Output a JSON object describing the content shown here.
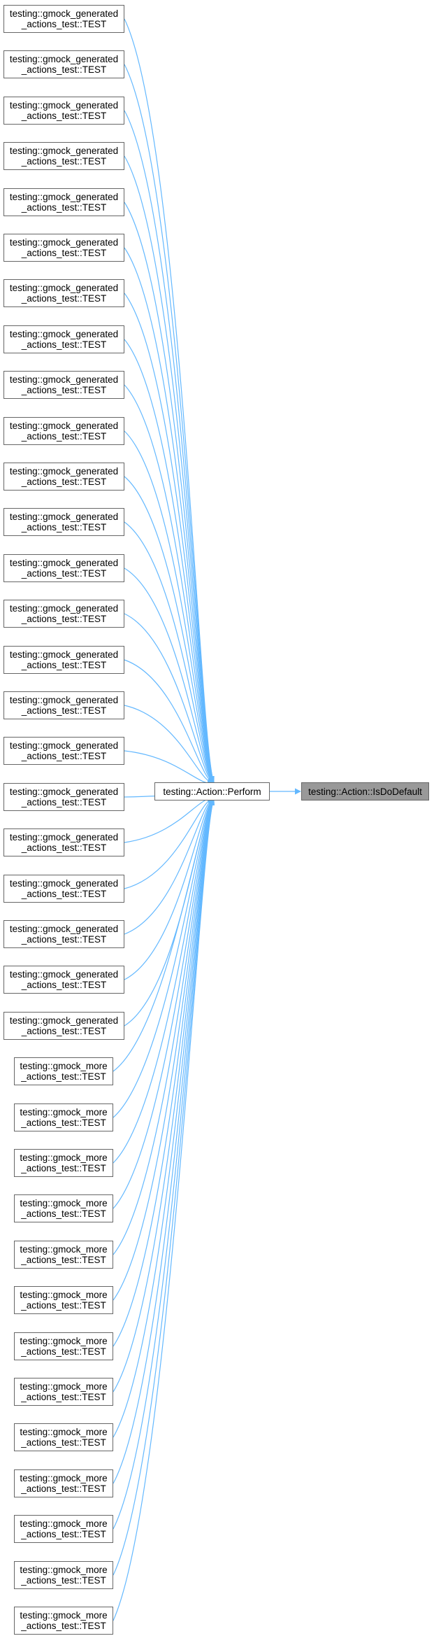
{
  "graph": {
    "edge_color": "#63b8ff",
    "target": {
      "label": "testing::Action::IsDoDefault",
      "fill": "#999999"
    },
    "center": {
      "label": "testing::Action::Perform"
    },
    "callers": [
      {
        "line1": "testing::gmock_generated",
        "line2": "_actions_test::TEST"
      },
      {
        "line1": "testing::gmock_generated",
        "line2": "_actions_test::TEST"
      },
      {
        "line1": "testing::gmock_generated",
        "line2": "_actions_test::TEST"
      },
      {
        "line1": "testing::gmock_generated",
        "line2": "_actions_test::TEST"
      },
      {
        "line1": "testing::gmock_generated",
        "line2": "_actions_test::TEST"
      },
      {
        "line1": "testing::gmock_generated",
        "line2": "_actions_test::TEST"
      },
      {
        "line1": "testing::gmock_generated",
        "line2": "_actions_test::TEST"
      },
      {
        "line1": "testing::gmock_generated",
        "line2": "_actions_test::TEST"
      },
      {
        "line1": "testing::gmock_generated",
        "line2": "_actions_test::TEST"
      },
      {
        "line1": "testing::gmock_generated",
        "line2": "_actions_test::TEST"
      },
      {
        "line1": "testing::gmock_generated",
        "line2": "_actions_test::TEST"
      },
      {
        "line1": "testing::gmock_generated",
        "line2": "_actions_test::TEST"
      },
      {
        "line1": "testing::gmock_generated",
        "line2": "_actions_test::TEST"
      },
      {
        "line1": "testing::gmock_generated",
        "line2": "_actions_test::TEST"
      },
      {
        "line1": "testing::gmock_generated",
        "line2": "_actions_test::TEST"
      },
      {
        "line1": "testing::gmock_generated",
        "line2": "_actions_test::TEST"
      },
      {
        "line1": "testing::gmock_generated",
        "line2": "_actions_test::TEST"
      },
      {
        "line1": "testing::gmock_generated",
        "line2": "_actions_test::TEST"
      },
      {
        "line1": "testing::gmock_generated",
        "line2": "_actions_test::TEST"
      },
      {
        "line1": "testing::gmock_generated",
        "line2": "_actions_test::TEST"
      },
      {
        "line1": "testing::gmock_generated",
        "line2": "_actions_test::TEST"
      },
      {
        "line1": "testing::gmock_generated",
        "line2": "_actions_test::TEST"
      },
      {
        "line1": "testing::gmock_generated",
        "line2": "_actions_test::TEST"
      },
      {
        "line1": "testing::gmock_more",
        "line2": "_actions_test::TEST"
      },
      {
        "line1": "testing::gmock_more",
        "line2": "_actions_test::TEST"
      },
      {
        "line1": "testing::gmock_more",
        "line2": "_actions_test::TEST"
      },
      {
        "line1": "testing::gmock_more",
        "line2": "_actions_test::TEST"
      },
      {
        "line1": "testing::gmock_more",
        "line2": "_actions_test::TEST"
      },
      {
        "line1": "testing::gmock_more",
        "line2": "_actions_test::TEST"
      },
      {
        "line1": "testing::gmock_more",
        "line2": "_actions_test::TEST"
      },
      {
        "line1": "testing::gmock_more",
        "line2": "_actions_test::TEST"
      },
      {
        "line1": "testing::gmock_more",
        "line2": "_actions_test::TEST"
      },
      {
        "line1": "testing::gmock_more",
        "line2": "_actions_test::TEST"
      },
      {
        "line1": "testing::gmock_more",
        "line2": "_actions_test::TEST"
      },
      {
        "line1": "testing::gmock_more",
        "line2": "_actions_test::TEST"
      },
      {
        "line1": "testing::gmock_more",
        "line2": "_actions_test::TEST"
      }
    ]
  }
}
